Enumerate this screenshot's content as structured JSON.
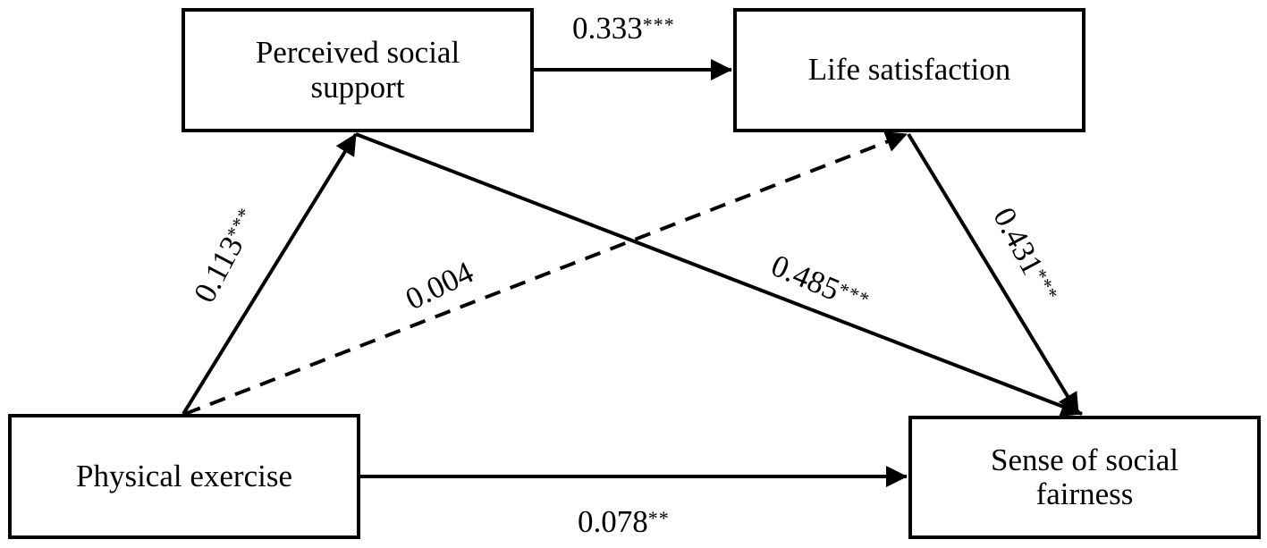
{
  "nodes": {
    "perceived_social_support": {
      "line1": "Perceived social",
      "line2": "support"
    },
    "life_satisfaction": {
      "line1": "Life satisfaction"
    },
    "physical_exercise": {
      "line1": "Physical exercise"
    },
    "sense_of_social_fairness": {
      "line1": "Sense of social",
      "line2": "fairness"
    }
  },
  "paths": {
    "pss_to_ls": {
      "coef": "0.333",
      "sig": "***",
      "style": "solid"
    },
    "pe_to_pss": {
      "coef": "0.113",
      "sig": "***",
      "style": "solid"
    },
    "pe_to_ls": {
      "coef": "0.004",
      "sig": "",
      "style": "dashed"
    },
    "pss_to_fair": {
      "coef": "0.485",
      "sig": "***",
      "style": "solid"
    },
    "ls_to_fair": {
      "coef": "0.431",
      "sig": "***",
      "style": "solid"
    },
    "pe_to_fair": {
      "coef": "0.078",
      "sig": "**",
      "style": "solid"
    }
  },
  "colors": {
    "line": "#000000",
    "background": "#ffffff"
  }
}
